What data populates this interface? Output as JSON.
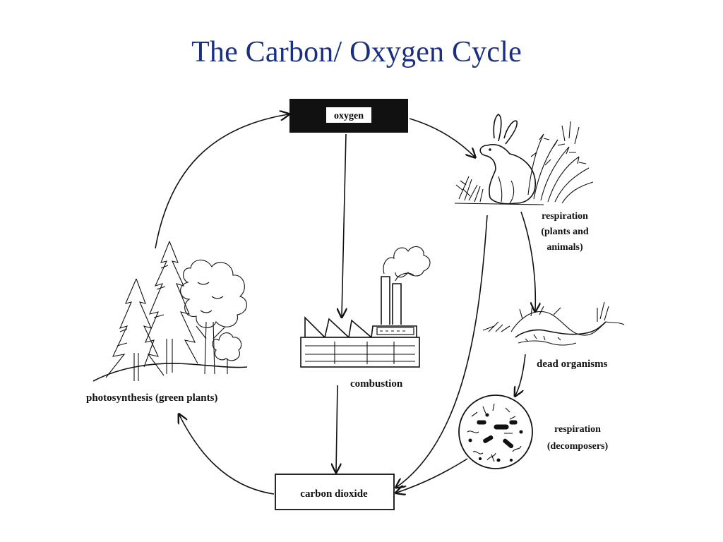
{
  "title": "The Carbon/ Oxygen Cycle",
  "nodes": {
    "oxygen": "oxygen",
    "carbon_dioxide": "carbon dioxide",
    "combustion": "combustion",
    "photosynthesis": "photosynthesis (green plants)",
    "respiration_plants_animals": [
      "respiration",
      "(plants and",
      "animals)"
    ],
    "dead_organisms": "dead organisms",
    "respiration_decomposers": [
      "respiration",
      "(decomposers)"
    ]
  }
}
